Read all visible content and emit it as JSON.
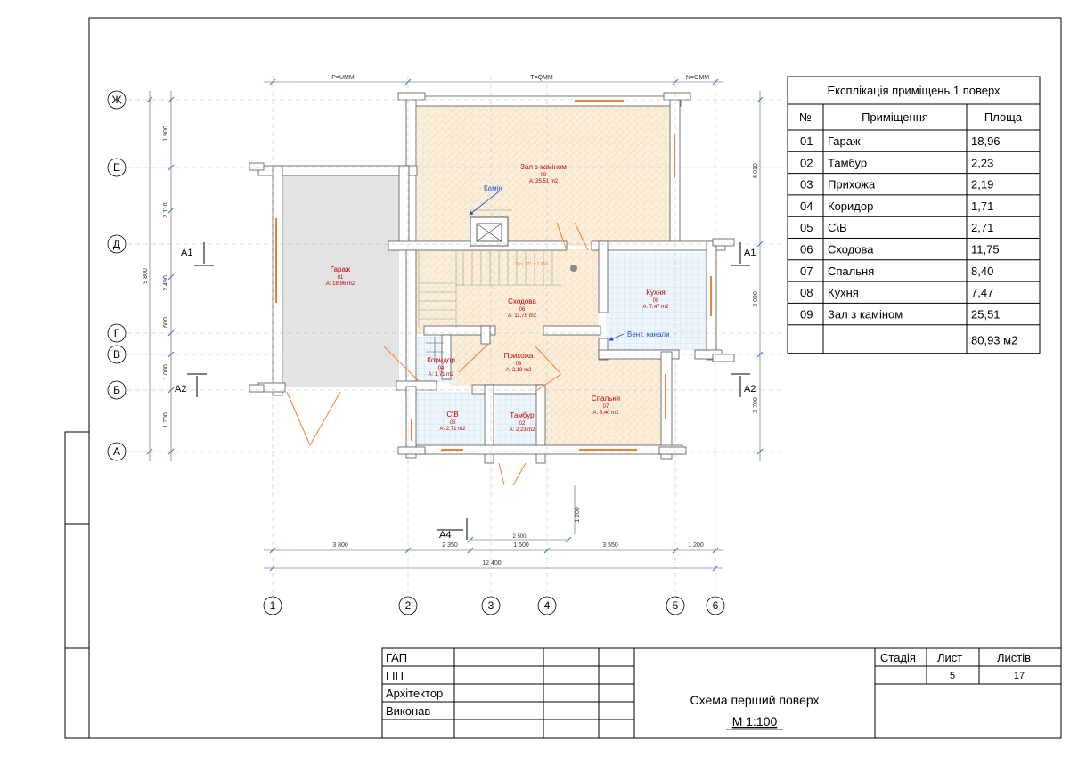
{
  "explication": {
    "title": "Експлікація приміщень 1 поверх",
    "headers": [
      "№",
      "Приміщення",
      "Площа"
    ],
    "rows": [
      [
        "01",
        "Гараж",
        "18,96"
      ],
      [
        "02",
        "Тамбур",
        "2,23"
      ],
      [
        "03",
        "Прихожа",
        "2,19"
      ],
      [
        "04",
        "Коридор",
        "1,71"
      ],
      [
        "05",
        "С\\В",
        "2,71"
      ],
      [
        "06",
        "Сходова",
        "11,75"
      ],
      [
        "07",
        "Спальня",
        "8,40"
      ],
      [
        "08",
        "Кухня",
        "7,47"
      ],
      [
        "09",
        "Зал з каміном",
        "25,51"
      ]
    ],
    "total": "80,93 м2"
  },
  "axes": {
    "letters": [
      "Ж",
      "Е",
      "Д",
      "Г",
      "В",
      "Б",
      "А"
    ],
    "numbers": [
      "1",
      "2",
      "3",
      "4",
      "5",
      "6"
    ]
  },
  "rooms": [
    {
      "name": "Зал з каміном",
      "num": "09",
      "area": "A: 25,51 m2"
    },
    {
      "name": "Гараж",
      "num": "01",
      "area": "A: 18,96 m2"
    },
    {
      "name": "Сходова",
      "num": "06",
      "area": "A: 11,75 m2"
    },
    {
      "name": "Кухня",
      "num": "08",
      "area": "A: 7,47 m2"
    },
    {
      "name": "Прихожа",
      "num": "03",
      "area": "A: 2,19 m2"
    },
    {
      "name": "Коридор",
      "num": "04",
      "area": "A: 1,71 m2"
    },
    {
      "name": "С\\В",
      "num": "05",
      "area": "A: 2,71 m2"
    },
    {
      "name": "Тамбур",
      "num": "02",
      "area": "A: 2,23 m2"
    },
    {
      "name": "Спальня",
      "num": "07",
      "area": "A: 8,40 m2"
    }
  ],
  "labels": {
    "kamin": "Камін",
    "vent": "Вент. канали",
    "stair_note": "18 x 171 x 2 660"
  },
  "dims_top": [
    "P=UMM",
    "T=QMM",
    "N=OMM"
  ],
  "dims_bottom": [
    "3 800",
    "2 350",
    "1 500",
    "3 550",
    "1 200"
  ],
  "dims_bottom_extra": "2 500",
  "dims_total": "12 400",
  "dims_left": [
    "1 900",
    "2 110",
    "2 490",
    "600",
    "1 000",
    "1 700"
  ],
  "dims_left_total": "9 800",
  "dims_right": [
    "4 010",
    "3 090",
    "2 700"
  ],
  "dim_vertical_small": "1 200",
  "sections": [
    "A1",
    "A1",
    "A2",
    "A2",
    "A4"
  ],
  "title_block": {
    "roles": [
      "ГАП",
      "ГІП",
      "Архітектор",
      "Виконав"
    ],
    "stage_header": "Стадія",
    "sheet_header": "Лист",
    "sheets_header": "Листів",
    "sheet_value": "5",
    "sheets_value": "17",
    "title": "Схема перший поверх",
    "scale": "М 1:100"
  },
  "colors": {
    "accent_red": "#c00000",
    "door_orange": "#f08030",
    "garage_fill": "#e3e3e3",
    "floor_fill": "#fbefdc",
    "tile_fill": "#e6f1fa",
    "dim_blue": "#3a6fd8"
  }
}
